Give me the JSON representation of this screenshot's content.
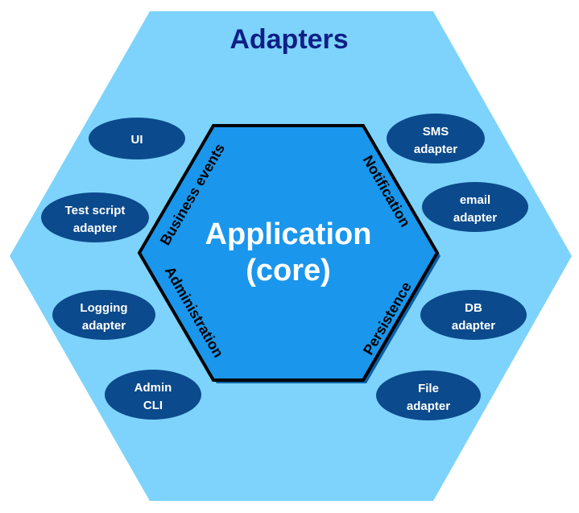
{
  "outer": {
    "title": "Adapters"
  },
  "core": {
    "line1": "Application",
    "line2": "(core)"
  },
  "ports": {
    "business_events": "Business events",
    "administration": "Administration",
    "notification": "Notification",
    "persistence": "Persistence"
  },
  "adapters": {
    "ui": {
      "line1": "UI"
    },
    "test_script": {
      "line1": "Test script",
      "line2": "adapter"
    },
    "logging": {
      "line1": "Logging",
      "line2": "adapter"
    },
    "admin_cli": {
      "line1": "Admin",
      "line2": "CLI"
    },
    "sms": {
      "line1": "SMS",
      "line2": "adapter"
    },
    "email": {
      "line1": "email",
      "line2": "adapter"
    },
    "db": {
      "line1": "DB",
      "line2": "adapter"
    },
    "file": {
      "line1": "File",
      "line2": "adapter"
    }
  },
  "colors": {
    "outer_fill": "#7dd3fb",
    "core_fill": "#1a96ec",
    "core_border": "#000000",
    "adapter_fill": "#0b4a8c",
    "title_color": "#0f1f86"
  }
}
